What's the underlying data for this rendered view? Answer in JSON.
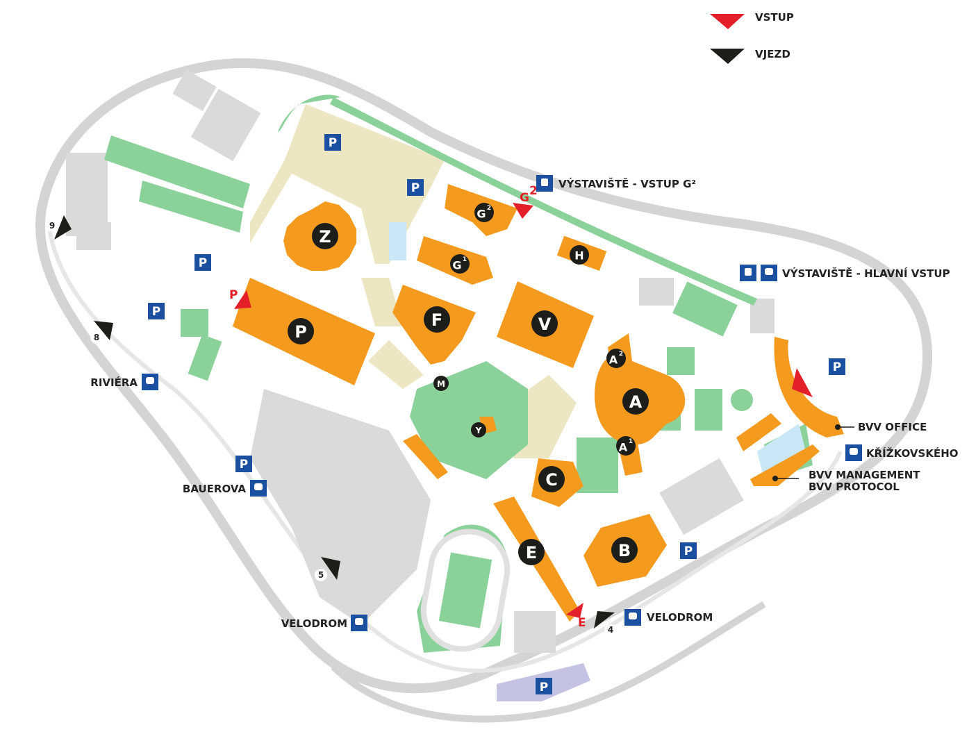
{
  "legend": {
    "entrance": "VSTUP",
    "vehicle_entrance": "VJEZD"
  },
  "colors": {
    "pavilion": "#f39a1f",
    "green": "#8bd19a",
    "building": "#d9d9d9",
    "parking_area": "#ece6c2",
    "transit_blue": "#1b4fa0",
    "entrance_red": "#e3202a",
    "road": "#d4d4d4"
  },
  "pavilions": [
    {
      "label": "Z"
    },
    {
      "label": "P"
    },
    {
      "label": "F"
    },
    {
      "label": "V"
    },
    {
      "label": "A"
    },
    {
      "label": "C"
    },
    {
      "label": "B"
    },
    {
      "label": "E"
    },
    {
      "label": "G",
      "sup": "2"
    },
    {
      "label": "G",
      "sup": "1"
    },
    {
      "label": "H"
    },
    {
      "label": "A",
      "sup": "2"
    },
    {
      "label": "A",
      "sup": "1"
    },
    {
      "label": "M"
    },
    {
      "label": "Y"
    }
  ],
  "parking_sign": "P",
  "transit_stops": {
    "g2": "VÝSTAVIŠTĚ - VSTUP G²",
    "main": "VÝSTAVIŠTĚ - HLAVNÍ VSTUP",
    "krizkovskeho": "KŘÍŽKOVSKÉHO",
    "velodrom_e": "VELODROM",
    "velodrom_w": "VELODROM",
    "bauerova": "BAUEROVA",
    "riviera": "RIVIÉRA"
  },
  "offices": {
    "bvv_office": "BVV OFFICE",
    "bvv_management": "BVV MANAGEMENT",
    "bvv_protocol": "BVV PROTOCOL"
  },
  "entrance_labels": {
    "g2": "G",
    "g2_sup": "2",
    "p": "P",
    "e": "E"
  },
  "gate_numbers": {
    "g9": "9",
    "g8": "8",
    "g5": "5",
    "g4": "4"
  }
}
